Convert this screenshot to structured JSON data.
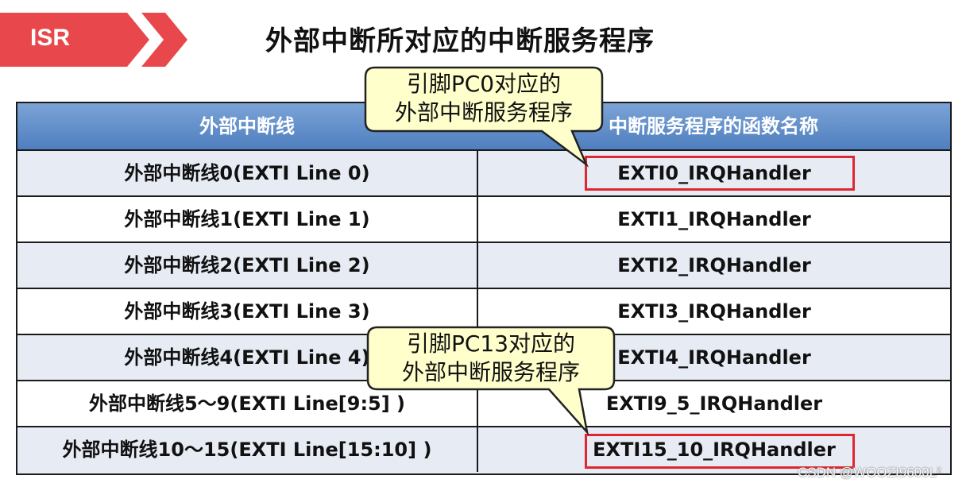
{
  "banner": {
    "label": "ISR"
  },
  "title": "外部中断所对应的中断服务程序",
  "table": {
    "headers": [
      "外部中断线",
      "中断服务程序的函数名称"
    ],
    "rows": [
      [
        "外部中断线0(EXTI Line 0)",
        "EXTI0_IRQHandler"
      ],
      [
        "外部中断线1(EXTI Line 1)",
        "EXTI1_IRQHandler"
      ],
      [
        "外部中断线2(EXTI Line 2)",
        "EXTI2_IRQHandler"
      ],
      [
        "外部中断线3(EXTI Line 3)",
        "EXTI3_IRQHandler"
      ],
      [
        "外部中断线4(EXTI Line 4)",
        "EXTI4_IRQHandler"
      ],
      [
        "外部中断线5～9(EXTI Line[9:5] )",
        "EXTI9_5_IRQHandler"
      ],
      [
        "外部中断线10～15(EXTI Line[15:10] )",
        "EXTI15_10_IRQHandler"
      ]
    ]
  },
  "callouts": [
    {
      "line1": "引脚PC0对应的",
      "line2": "外部中断服务程序"
    },
    {
      "line1": "引脚PC13对应的",
      "line2": "外部中断服务程序"
    }
  ],
  "colors": {
    "banner": "#e8484c",
    "header_fill": "#5b8ac9",
    "row_alt": "#e7ebf4",
    "highlight": "#e0262e",
    "callout_fill": "#ffffcc"
  },
  "watermark": "CSDN @WOOZI9600L²"
}
